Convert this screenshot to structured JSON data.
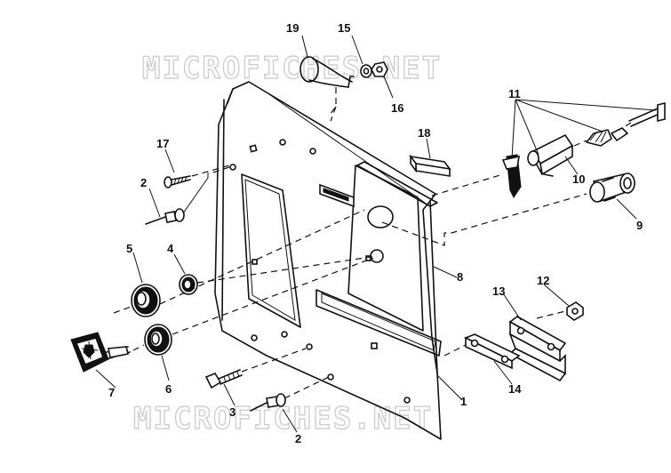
{
  "watermark": {
    "top": "MICROFICHES.NET",
    "bottom": "MICROFICHES.NET"
  },
  "callouts": [
    {
      "id": "c1",
      "label": "1"
    },
    {
      "id": "c2a",
      "label": "2"
    },
    {
      "id": "c2b",
      "label": "2"
    },
    {
      "id": "c3",
      "label": "3"
    },
    {
      "id": "c4",
      "label": "4"
    },
    {
      "id": "c5",
      "label": "5"
    },
    {
      "id": "c6",
      "label": "6"
    },
    {
      "id": "c7",
      "label": "7"
    },
    {
      "id": "c8",
      "label": "8"
    },
    {
      "id": "c9",
      "label": "9"
    },
    {
      "id": "c10",
      "label": "10"
    },
    {
      "id": "c11",
      "label": "11"
    },
    {
      "id": "c12",
      "label": "12"
    },
    {
      "id": "c13",
      "label": "13"
    },
    {
      "id": "c14",
      "label": "14"
    },
    {
      "id": "c15",
      "label": "15"
    },
    {
      "id": "c16",
      "label": "16"
    },
    {
      "id": "c17",
      "label": "17"
    },
    {
      "id": "c18",
      "label": "18"
    },
    {
      "id": "c19",
      "label": "19"
    }
  ]
}
